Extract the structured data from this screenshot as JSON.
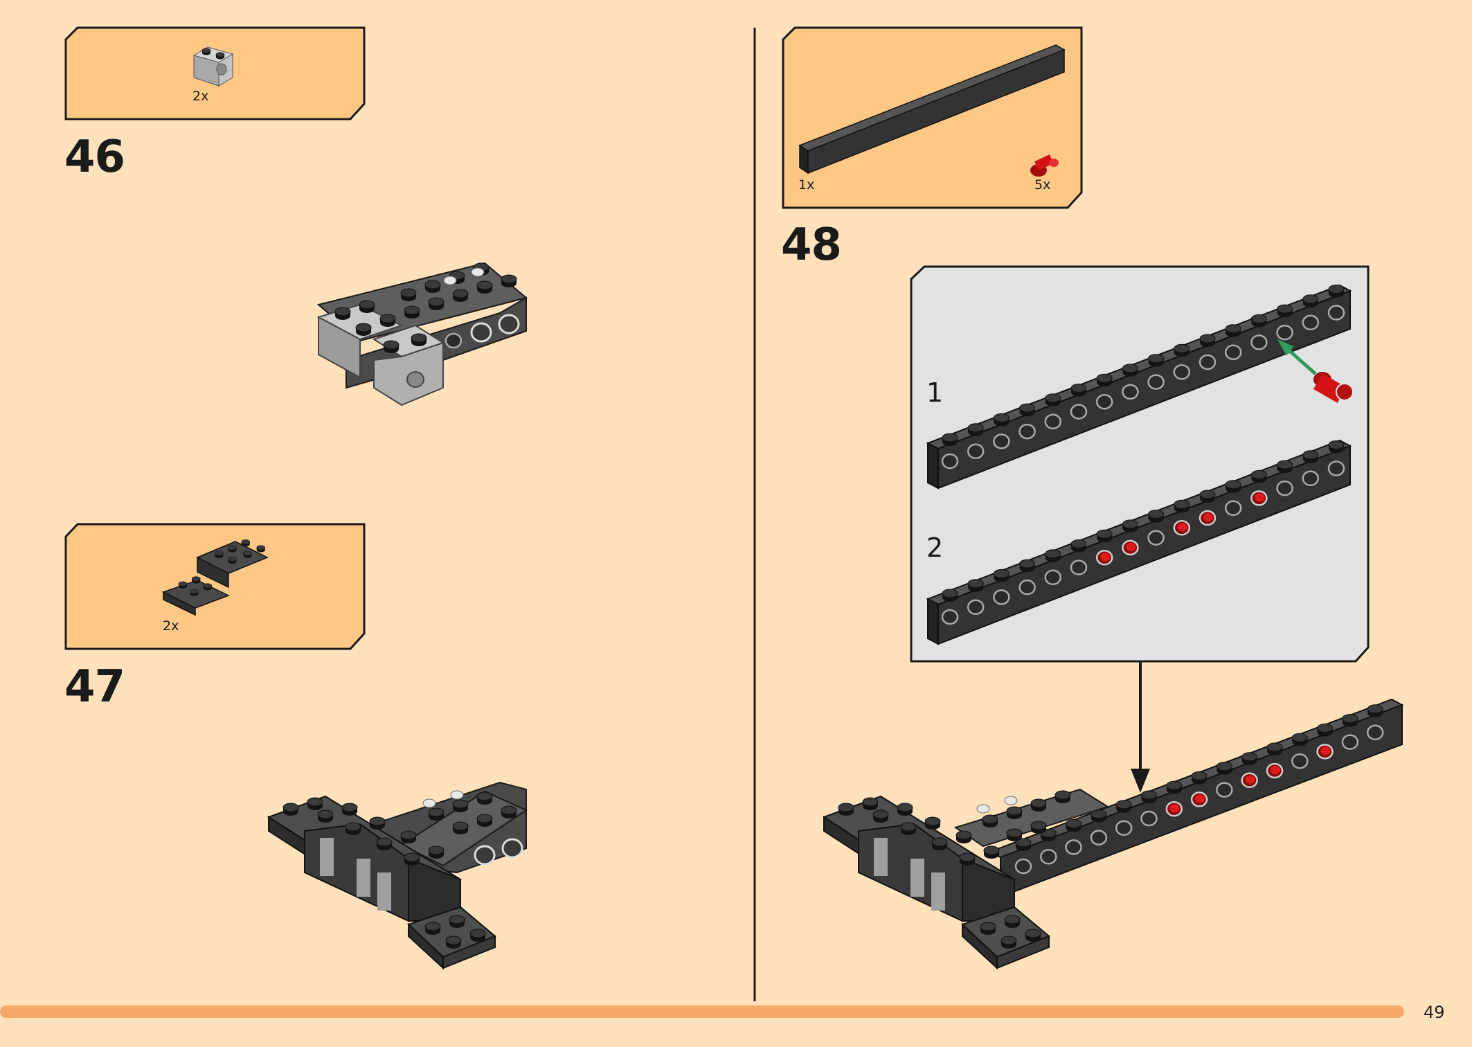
{
  "left_page": {
    "step46": {
      "number": "46",
      "parts": [
        {
          "qty": "2x",
          "icon": "technic-brick-1x2-light-gray-icon"
        }
      ]
    },
    "step47": {
      "number": "47",
      "parts": [
        {
          "qty": "2x",
          "icon": "bracket-plate-dark-gray-icon"
        }
      ]
    }
  },
  "right_page": {
    "step48": {
      "number": "48",
      "parts": [
        {
          "qty": "1x",
          "icon": "technic-beam-1x16-dark-gray-icon"
        },
        {
          "qty": "5x",
          "icon": "technic-pin-red-icon"
        }
      ],
      "substeps": [
        {
          "number": "1"
        },
        {
          "number": "2"
        }
      ]
    }
  },
  "footer": {
    "page_number": "49"
  },
  "colors": {
    "page_bg": "#FFE2BC",
    "callout_bg": "#FDC785",
    "substep_bg": "#E2E2E2",
    "footer_bar": "#F6A86A",
    "arrow": "#2E9C5A",
    "pin_red": "#D41414"
  }
}
